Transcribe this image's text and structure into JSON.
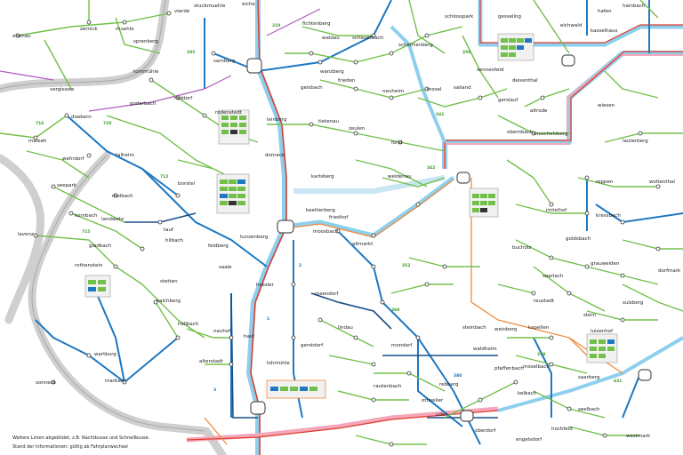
{
  "colors": {
    "background": "#ffffff",
    "border_gray": "#c8c8c8",
    "bus_green": "#72c04a",
    "bus_blue": "#1e78c2",
    "tram_dark": "#1a4f8a",
    "rail_red": "#e23a2a",
    "rail_orange": "#f08a3a",
    "rail_lightblue": "#8fcfee",
    "rail_pink": "#f4a7b8",
    "purple": "#b25ac0",
    "node_gray": "#dcdcdc"
  },
  "places": {
    "p01": "ebenau",
    "p02": "zernick",
    "p03": "muehle",
    "p04": "vierde",
    "p05": "stuckmuehle",
    "p06": "eiche",
    "p07": "sprenberg",
    "p08": "sarnberg",
    "p09": "fichtenberg",
    "p10": "waldau",
    "p11": "scheuerbach",
    "p12": "schlosspark",
    "p13": "vergissow",
    "p14": "doebern",
    "p15": "maleeh",
    "p16": "tornmühle",
    "p17": "goderbach",
    "p18": "raddorf",
    "p19": "rodenstedt",
    "p20": "leinberg",
    "p21": "tietenau",
    "p22": "zeulen",
    "p23": "dorneck",
    "p24": "karlsberg",
    "p25": "weidenau",
    "p26": "forst",
    "p27": "mosel",
    "p28": "neuheim",
    "p29": "frieden",
    "p30": "wanzberg",
    "p31": "geisbach",
    "p32": "schorrtenberg",
    "p33": "gesseling",
    "p34": "eichwald",
    "p35": "kasselhaus",
    "p36": "hafen",
    "p37": "hainbach",
    "p38": "sennenfeld",
    "p39": "deisenthal",
    "p40": "gerslauf",
    "p41": "sailand",
    "p42": "altrode",
    "p43": "wiesen",
    "p44": "lauterberg",
    "p45": "obernbach",
    "p46": "muschelsberg",
    "p47": "reppen",
    "p48": "woltenthal",
    "p49": "kressbach",
    "p50": "rintelhof",
    "p51": "goldsbach",
    "p52": "bucholz",
    "p53": "grauweiden",
    "p54": "saarlach",
    "p55": "reustadt",
    "p56": "stern",
    "p57": "sulzberg",
    "p58": "dorfmark",
    "p59": "weinberg",
    "p60": "kapellen",
    "p61": "luisenhof",
    "p62": "saarberg",
    "p63": "moselbach",
    "p64": "kelbach",
    "p65": "seelbach",
    "p66": "hochfeld",
    "p67": "westmark",
    "p68": "engelsdorf",
    "p69": "steinbach",
    "p70": "waldheim",
    "p71": "pfaffenbach",
    "p72": "rebberg",
    "p73": "ottweiler",
    "p74": "uden",
    "p75": "oberdorf",
    "p76": "mondorf",
    "p77": "rautenbach",
    "p78": "lindau",
    "p79": "gerstdorf",
    "p80": "lohmühle",
    "p81": "alterstadt",
    "p82": "neuhof",
    "p83": "haid",
    "p84": "hellbach",
    "p85": "kalchberg",
    "p86": "stetten",
    "p87": "marbach",
    "p88": "sonneck",
    "p89": "wartburg",
    "p90": "rothenstein",
    "p91": "gladbach",
    "p92": "lavenz",
    "p93": "kornbach",
    "p94": "landwehr",
    "p95": "melbach",
    "p96": "seepark",
    "p97": "wehrdorf",
    "p98": "talheim",
    "p99": "borstel",
    "p100": "tauf",
    "p101": "hilbach",
    "p102": "feldberg",
    "p103": "saale",
    "p104": "tunzenberg",
    "p105": "koehlerberg",
    "p106": "friedhof",
    "p107": "moosbach",
    "p108": "altmarkt",
    "p109": "hessler",
    "p110": "rosendorf"
  },
  "routes": {
    "r1": "715",
    "r2": "716",
    "r3": "720",
    "r4": "341",
    "r5": "342",
    "r6": "350",
    "r7": "352",
    "r8": "360",
    "r9": "370",
    "r10": "380",
    "r11": "631",
    "r12": "712",
    "r13": "205",
    "r14": "210",
    "r15": "1",
    "r16": "2",
    "r17": "3"
  },
  "footer": {
    "line1": "Weitere Linien abgebildet, z.B. Nachtbusse und Schnellbusse.",
    "line2": "Stand der Informationen: gültig ab Fahrplanwechsel"
  }
}
